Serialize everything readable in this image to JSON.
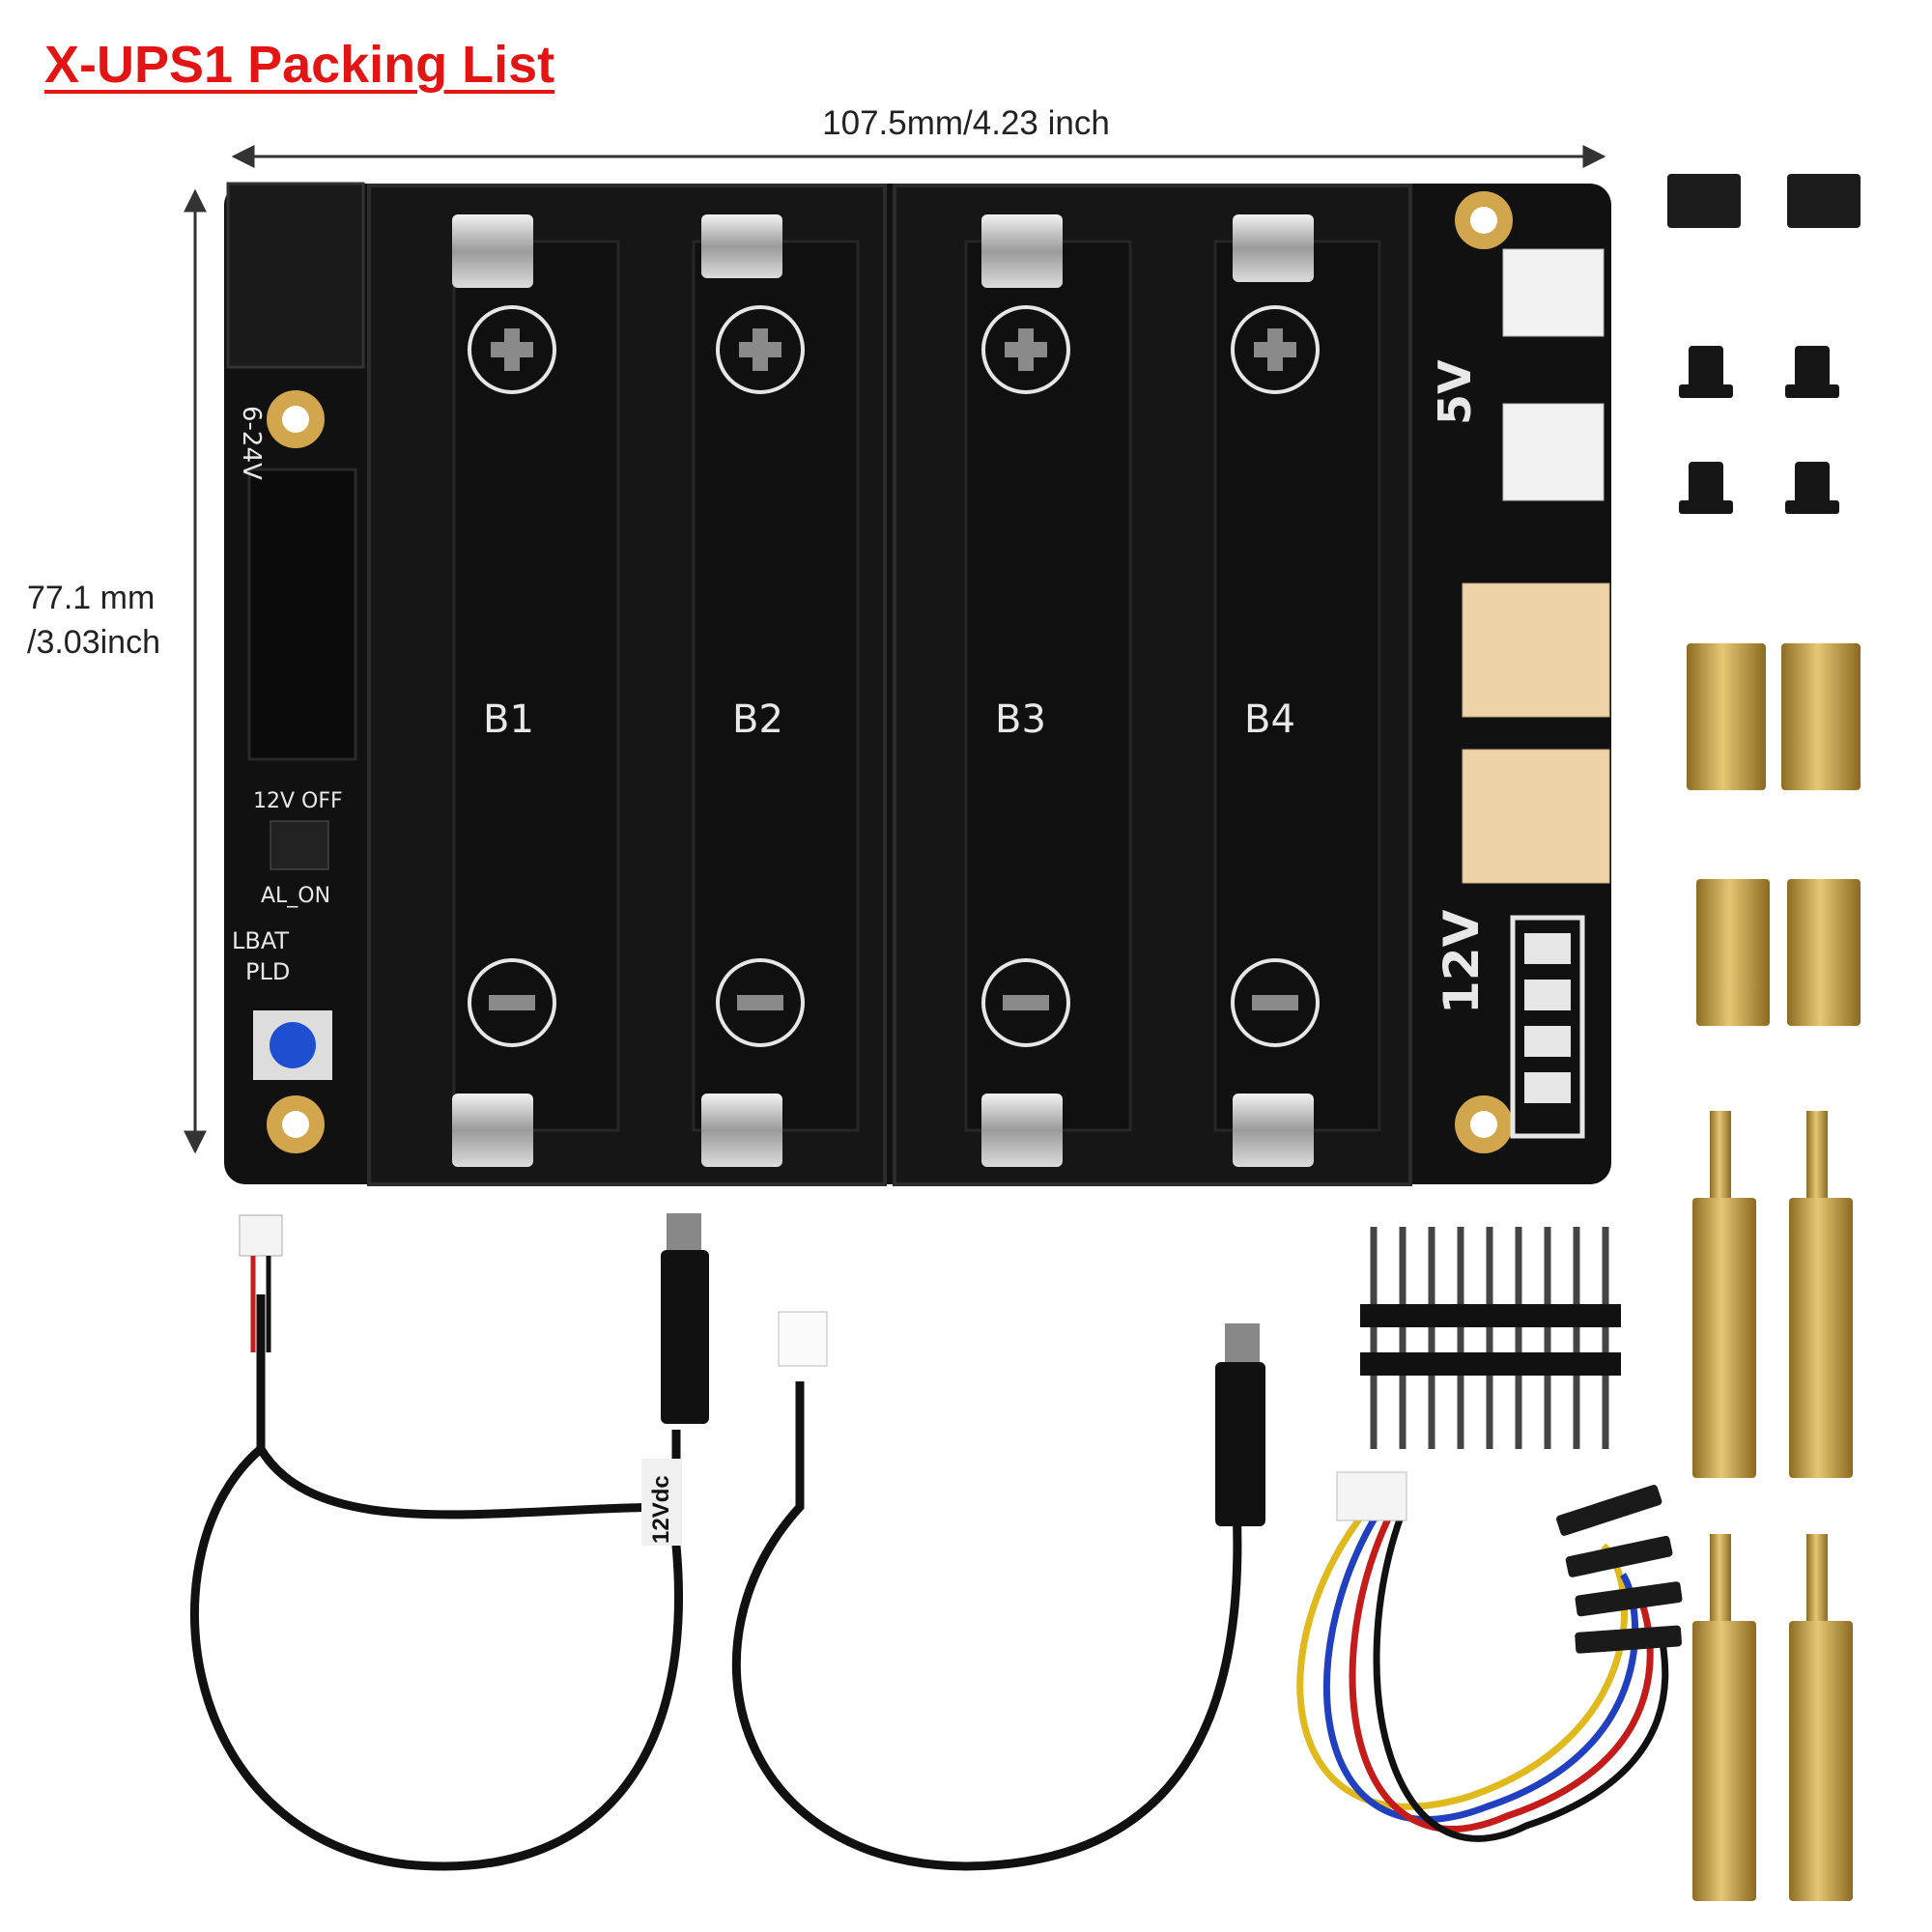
{
  "title": "X-UPS1 Packing List",
  "dimensions": {
    "width": "107.5mm/4.23 inch",
    "height_line1": "77.1 mm",
    "height_line2": "/3.03inch"
  },
  "board": {
    "input_label": "6-24V",
    "battery_slots": [
      "B1",
      "B2",
      "B3",
      "B4"
    ],
    "jumper_top": "12V OFF",
    "jumper_bottom": "AL_ON",
    "led_1": "LBAT",
    "led_2": "PLD",
    "out_5v": "5V",
    "out_12v": "12V"
  },
  "cable_tag": "12Vdc",
  "colors": {
    "title": "#e31414",
    "board": "#111111",
    "brass": "#c9a64a",
    "connector": "#ecd3a8"
  }
}
